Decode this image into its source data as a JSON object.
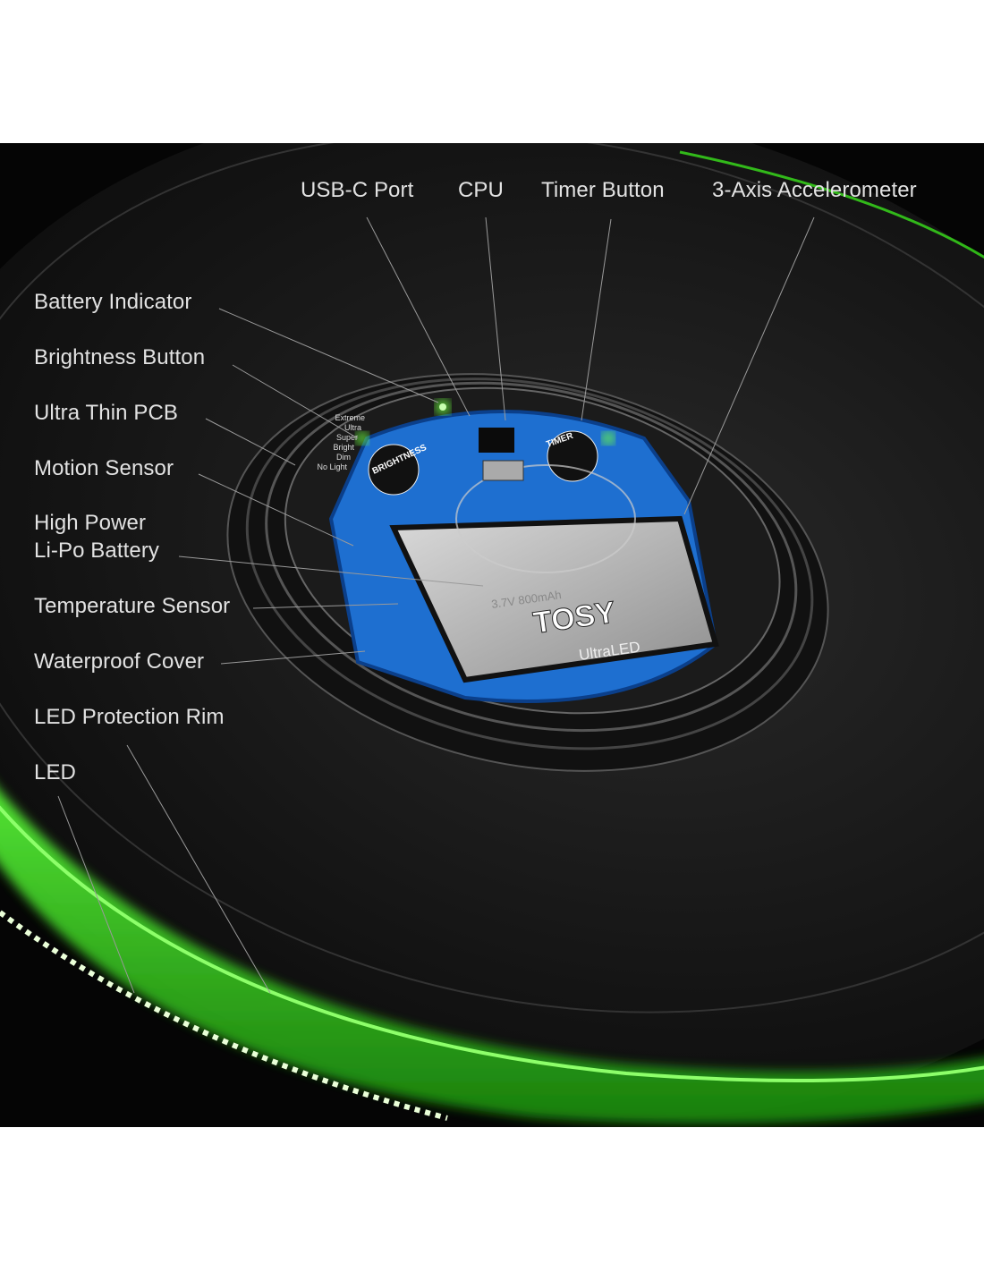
{
  "labels": {
    "usb_c_port": "USB-C  Port",
    "cpu": "CPU",
    "timer_button": "Timer Button",
    "accelerometer": "3-Axis Accelerometer",
    "battery_indicator": "Battery Indicator",
    "brightness_button": "Brightness Button",
    "ultra_thin_pcb": "Ultra Thin PCB",
    "motion_sensor": "Motion Sensor",
    "battery_line1": "High Power",
    "battery_line2": "Li-Po Battery",
    "temperature_sensor": "Temperature Sensor",
    "waterproof_cover": "Waterproof Cover",
    "led_protection_rim": "LED Protection Rim",
    "led": "LED"
  },
  "board_text": {
    "brightness": "BRIGHTNESS",
    "timer": "TIMER",
    "brand": "TOSY",
    "model": "UltraLED",
    "battery_spec": "3.7V  800mAh",
    "levels": [
      "Extreme",
      "Ultra",
      "Super",
      "Bright",
      "Dim",
      "No Light"
    ]
  },
  "colors": {
    "background": "#050505",
    "led_green": "#39e21c",
    "pcb_blue": "#1e6fd0",
    "label_text": "#e2e2e2"
  }
}
